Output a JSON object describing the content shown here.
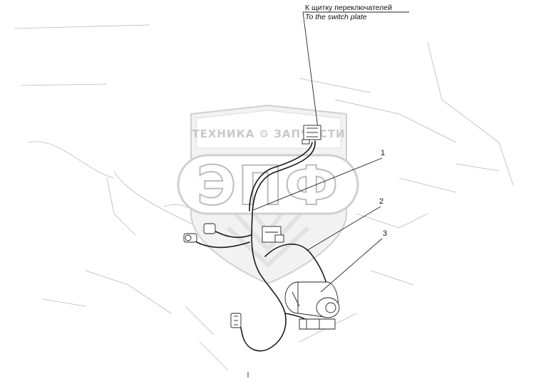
{
  "callout_top": {
    "text_ru": "К  щитку переключателей",
    "text_en": "To the switch plate"
  },
  "watermark": {
    "top_text": "ТЕХНИКА ⚙ ЗАПЧАСТИ",
    "big_text": "ЭПФ"
  },
  "callouts": [
    {
      "number": "1"
    },
    {
      "number": "2"
    },
    {
      "number": "3"
    }
  ]
}
